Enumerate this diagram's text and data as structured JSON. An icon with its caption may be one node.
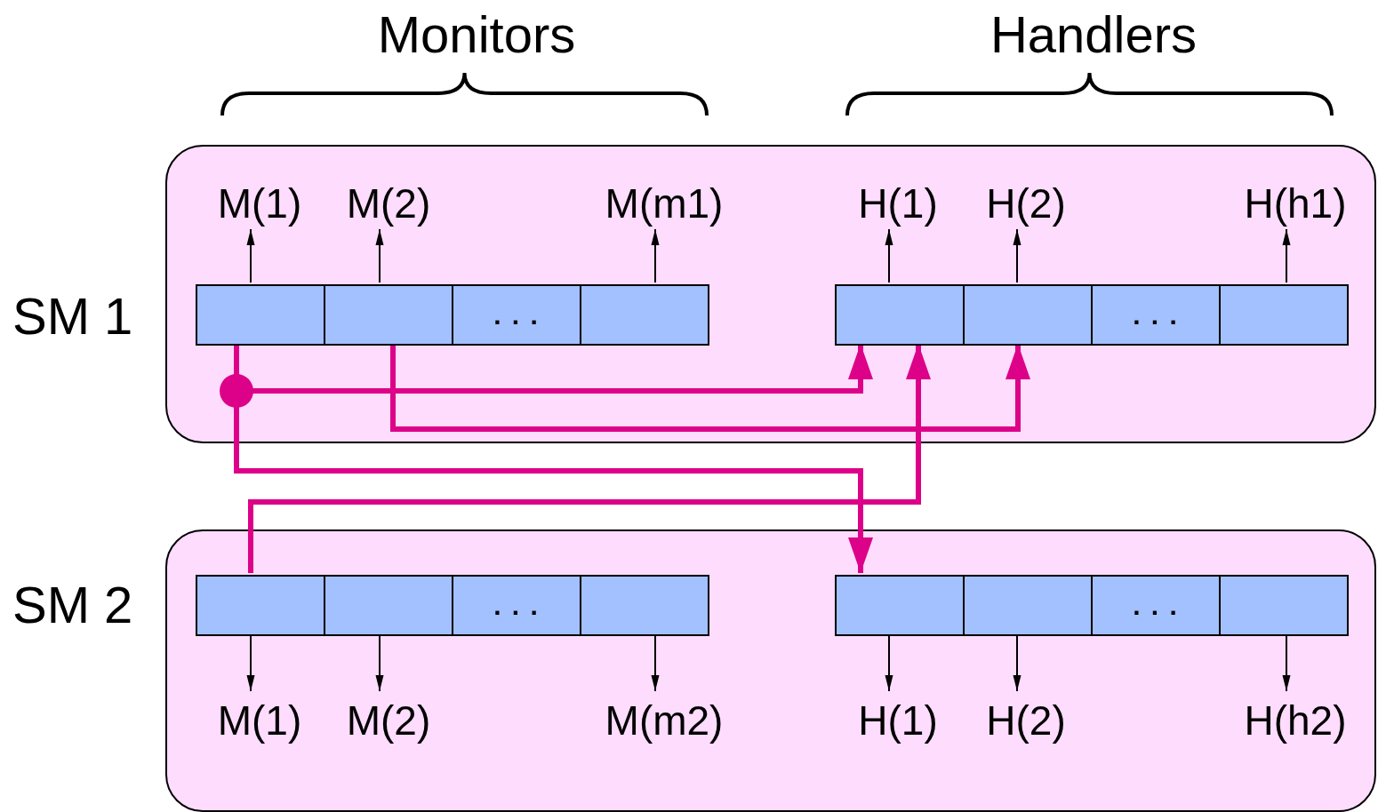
{
  "diagram": {
    "nodes": [
      {
        "text": [
          "SM 1"
        ]
      },
      {
        "text": [
          "SM 2"
        ]
      },
      {
        "text": [],
        "shape": "box",
        "in": 0
      },
      {
        "text": [],
        "shape": "box",
        "in": 0
      },
      {
        "text": [
          ". . ."
        ],
        "in": 0
      },
      {
        "text": [],
        "shape": "box",
        "in": 0
      },
      {
        "text": [],
        "shape": "box",
        "in": 0
      },
      {
        "text": [],
        "shape": "box",
        "in": 0
      },
      {
        "text": [
          ". . ."
        ],
        "in": 0
      },
      {
        "text": [],
        "shape": "box",
        "in": 0
      },
      {
        "text": [],
        "shape": "box",
        "in": 1
      },
      {
        "text": [],
        "shape": "box",
        "in": 1
      },
      {
        "text": [
          ". . ."
        ],
        "in": 1
      },
      {
        "text": [],
        "shape": "box",
        "in": 1
      },
      {
        "text": [],
        "shape": "box",
        "in": 1
      },
      {
        "text": [],
        "shape": "box",
        "in": 1
      },
      {
        "text": [
          ". . ."
        ],
        "in": 1
      },
      {
        "text": [],
        "shape": "box",
        "in": 1
      },
      {
        "text": [
          "M(1)"
        ],
        "in": 0
      },
      {
        "text": [
          "M(2)"
        ],
        "in": 0
      },
      {
        "text": [
          "M(m1)"
        ],
        "in": 0
      },
      {
        "text": [
          "H(1)"
        ],
        "in": 0
      },
      {
        "text": [
          "H(2)"
        ],
        "in": 0
      },
      {
        "text": [
          "H(h1)"
        ],
        "in": 0
      },
      {
        "text": [
          "M(1)"
        ],
        "in": 1
      },
      {
        "text": [
          "M(2)"
        ],
        "in": 1
      },
      {
        "text": [
          "M(m2)"
        ],
        "in": 1
      },
      {
        "text": [
          "H(1)"
        ],
        "in": 1
      },
      {
        "text": [
          "H(2)"
        ],
        "in": 1
      },
      {
        "text": [
          "H(h2)"
        ],
        "in": 1
      }
    ],
    "edges": [
      {
        "from": 2,
        "to": 18,
        "arrow": "to"
      },
      {
        "from": 3,
        "to": 19,
        "arrow": "to"
      },
      {
        "from": 5,
        "to": 20,
        "arrow": "to"
      },
      {
        "from": 6,
        "to": 21,
        "arrow": "to"
      },
      {
        "from": 7,
        "to": 22,
        "arrow": "to"
      },
      {
        "from": 9,
        "to": 23,
        "arrow": "to"
      },
      {
        "from": 10,
        "to": 24,
        "arrow": "to"
      },
      {
        "from": 11,
        "to": 25,
        "arrow": "to"
      },
      {
        "from": 13,
        "to": 26,
        "arrow": "to"
      },
      {
        "from": 14,
        "to": 27,
        "arrow": "to"
      },
      {
        "from": 15,
        "to": 28,
        "arrow": "to"
      },
      {
        "from": 17,
        "to": 29,
        "arrow": "to"
      },
      {
        "from": 2,
        "to": 6,
        "arrow": "to",
        "style": "thick",
        "color": "#dd0088"
      },
      {
        "from": 2,
        "to": 14,
        "arrow": "to",
        "style": "thick",
        "color": "#dd0088"
      },
      {
        "from": 3,
        "to": 7,
        "arrow": "to",
        "style": "thick",
        "color": "#dd0088"
      },
      {
        "from": 10,
        "to": 6,
        "arrow": "to",
        "style": "thick",
        "color": "#dd0088"
      }
    ],
    "labels": [
      "Monitors",
      "Handlers"
    ]
  }
}
